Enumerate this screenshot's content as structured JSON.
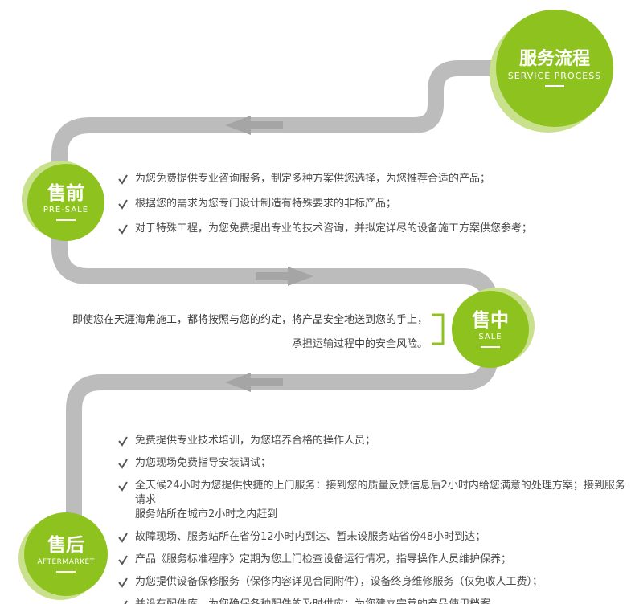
{
  "badge": {
    "title": "服务流程",
    "subtitle": "SERVICE PROCESS"
  },
  "presale": {
    "title": "售前",
    "subtitle": "PRE-SALE",
    "items": [
      "为您免费提供专业咨询服务，制定多种方案供您选择，为您推荐合适的产品；",
      "根据您的需求为您专门设计制造有特殊要求的非标产品；",
      "对于特殊工程，为您免费提出专业的技术咨询，并拟定详尽的设备施工方案供您参考；"
    ]
  },
  "sale": {
    "title": "售中",
    "subtitle": "SALE",
    "lines": [
      "即使您在天涯海角施工，都将按照与您的约定，将产品安全地送到您的手上，",
      "承担运输过程中的安全风险。"
    ]
  },
  "aftersale": {
    "title": "售后",
    "subtitle": "AFTERMARKET",
    "items": [
      "免费提供专业技术培训，为您培养合格的操作人员；",
      "为您现场免费指导安装调试；",
      "全天候24小时为您提供快捷的上门服务：接到您的质量反馈信息后2小时内给您满意的处理方案；接到服务请求\n服务站所在城市2小时之内赶到",
      "故障现场、服务站所在省份12小时内到达、暂未设服务站省份48小时到达；",
      "产品《服务标准程序》定期为您上门检查设备运行情况，指导操作人员维护保养；",
      "为您提供设备保修服务（保修内容详见合同附件），设备终身维修服务（仅免收人工费）；",
      "并设有配件库，为您确保各种配件的及时供应；为您建立完善的产品使用档案。"
    ]
  },
  "colors": {
    "green": "#8ec31f",
    "green_light": "#c9e08c",
    "path_gray": "#bcbcbc",
    "arrow_gray": "#a5a5a5",
    "text": "#4a4a4a"
  }
}
